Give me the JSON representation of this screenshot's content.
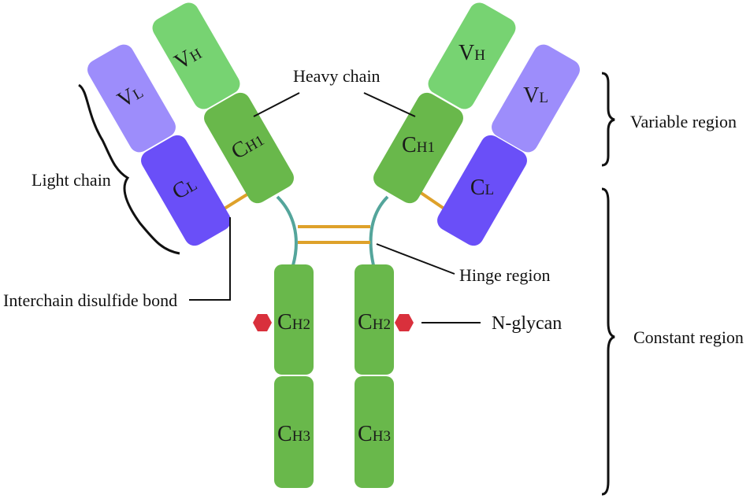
{
  "labels": {
    "heavy_chain": "Heavy chain",
    "light_chain": "Light chain",
    "variable_region": "Variable region",
    "constant_region": "Constant region",
    "hinge_region": "Hinge region",
    "n_glycan": "N-glycan",
    "interchain_disulfide_bond": "Interchain disulfide bond"
  },
  "domains": {
    "vh": {
      "main": "V",
      "sub": "H"
    },
    "vl": {
      "main": "V",
      "sub": "L"
    },
    "ch1": {
      "main": "C",
      "sub": "H1"
    },
    "cl": {
      "main": "C",
      "sub": "L"
    },
    "ch2": {
      "main": "C",
      "sub": "H2"
    },
    "ch3": {
      "main": "C",
      "sub": "H3"
    }
  },
  "colors": {
    "vh": "#77d372",
    "ch": "#69b84b",
    "vl": "#9d8dfb",
    "cl": "#6a4ff8",
    "hinge": "#54a59b",
    "disulfide": "#dea12a",
    "glycan": "#d9303c"
  }
}
